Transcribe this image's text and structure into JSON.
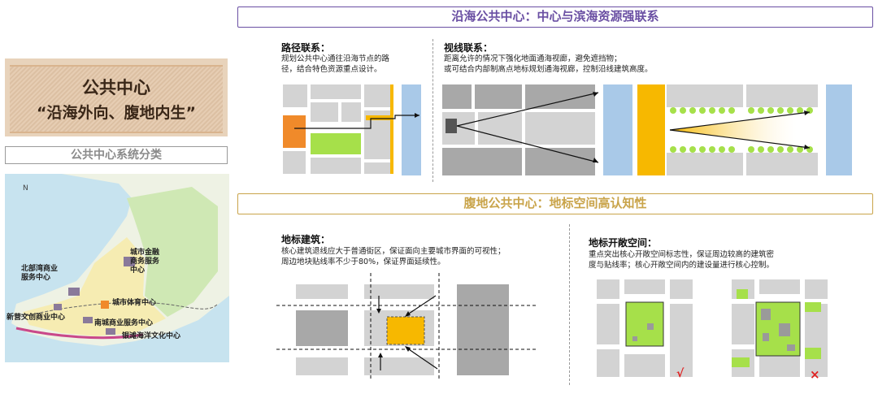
{
  "left": {
    "title": "公共中心",
    "subtitle": "“沿海外向、腹地内生”",
    "class_label": "公共中心系统分类"
  },
  "map": {
    "north_symbol": "N",
    "labels": [
      "北部湾商业\n服务中心",
      "城市金融\n商务服务\n中心",
      "城市体育中心",
      "新营文创商业中心",
      "南城商业服务中心",
      "银滩海洋文化中心"
    ]
  },
  "coastal": {
    "header": "沿海公共中心：中心与滨海资源强联系",
    "path_title": "路径联系：",
    "path_text": [
      "规划公共中心通往沿海节点的路",
      "径，结合特色资源重点设计。"
    ],
    "view_title": "视线联系：",
    "view_text": [
      "距离允许的情况下强化地面通海视廊，避免遮挡物；",
      "或可结合内部制高点地标规划通海视廊，控制沿线建筑高度。"
    ]
  },
  "inland": {
    "header": "腹地公共中心：地标空间高认知性",
    "landmark_title": "地标建筑：",
    "landmark_text": [
      "核心建筑退线应大于普通街区，保证面向主要城市界面的可视性；",
      "周边地块贴线率不少于80%，保证界面延续性。"
    ],
    "open_title": "地标开敞空间：",
    "open_text": [
      "重点突出核心开敞空间标志性，保证周边较高的建筑密",
      "度与贴线率；核心开敞空间内的建设量进行核心控制。"
    ],
    "check_mark": "√",
    "cross_mark": "×"
  },
  "colors": {
    "purple": "#6a4fa3",
    "gold": "#c9a44a",
    "block": "#d3d3d3",
    "dark_block": "#a8a8a8",
    "orange": "#f08a2a",
    "yellow": "#f7b800",
    "green": "#a6e04a",
    "sea": "#a9c9e8"
  }
}
